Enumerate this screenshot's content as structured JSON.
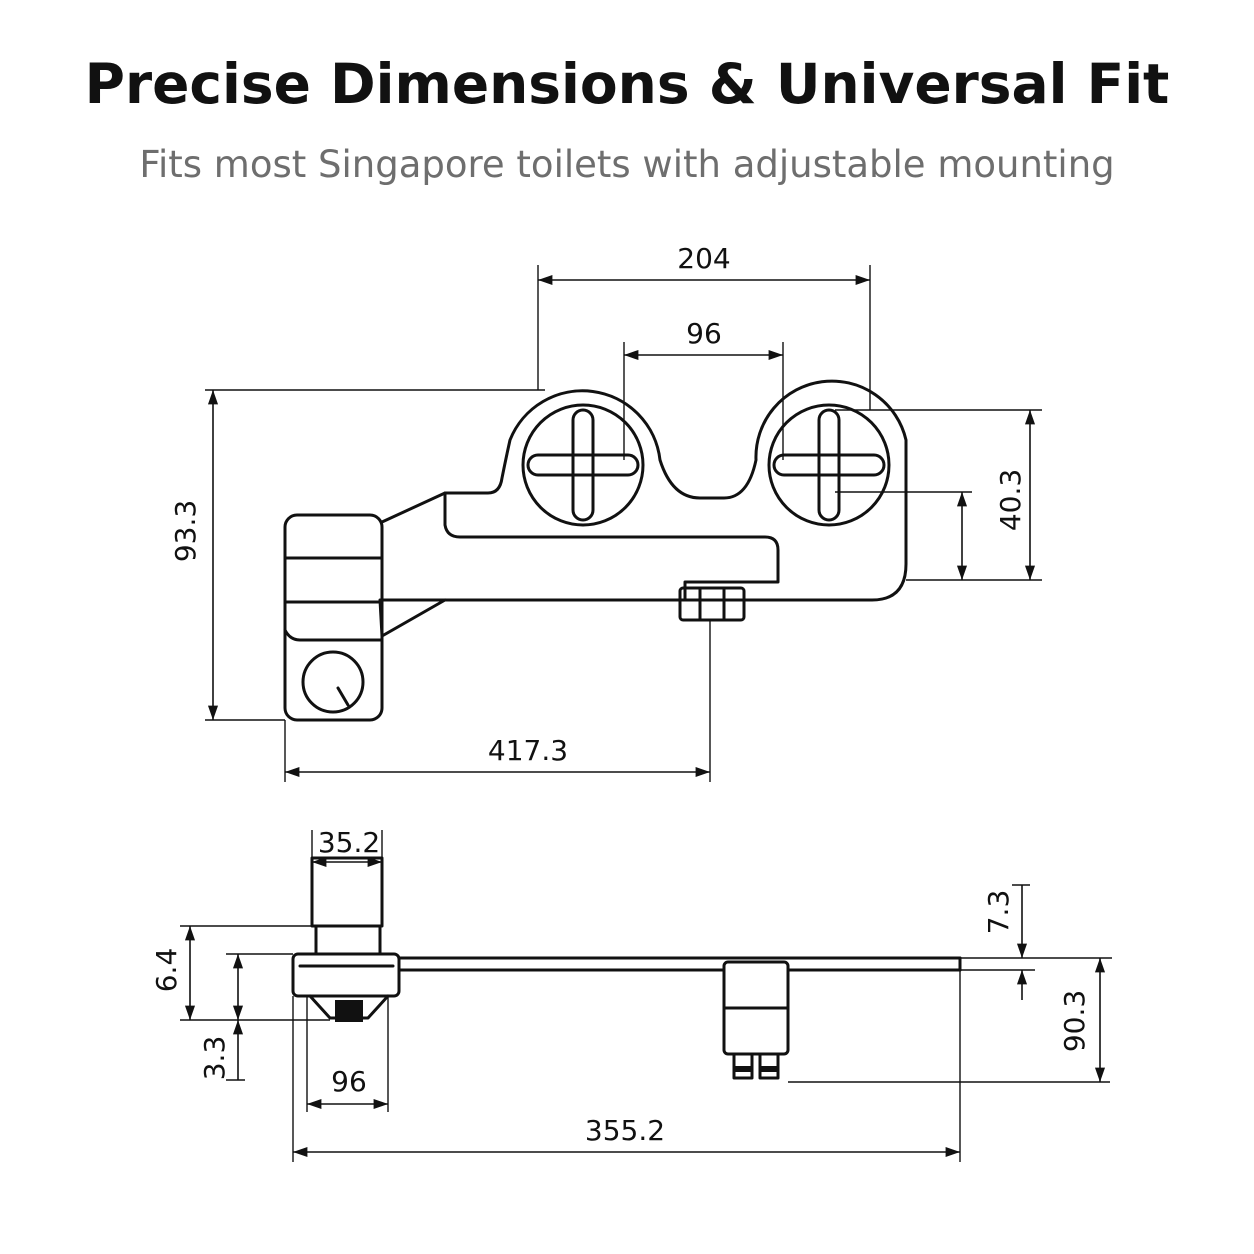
{
  "header": {
    "title": "Precise Dimensions & Universal Fit",
    "subtitle": "Fits most Singapore toilets with adjustable mounting"
  },
  "top_view": {
    "dim_overall_width": "204",
    "dim_knob_spacing": "96",
    "dim_height": "93.3",
    "dim_knob_offset": "40.3",
    "dim_length": "417.3"
  },
  "side_view": {
    "dim_inlet_width": "35.2",
    "dim_body_height": "6.4",
    "dim_nozzle_height": "3.3",
    "dim_body_width": "96",
    "dim_plate_thickness": "7.3",
    "dim_bracket_depth": "90.3",
    "dim_total_length": "355.2"
  },
  "colors": {
    "line": "#111111",
    "subtitle": "#6e6e6e"
  }
}
